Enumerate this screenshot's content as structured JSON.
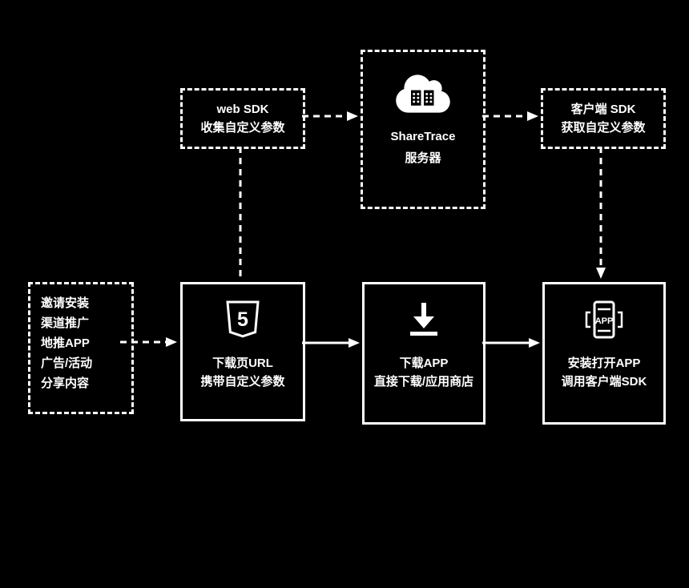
{
  "colors": {
    "background": "#000000",
    "foreground": "#ffffff"
  },
  "nodes": {
    "web_sdk": {
      "lines": [
        "web SDK",
        "收集自定义参数"
      ]
    },
    "server": {
      "icon": "cloud-server-icon",
      "lines": [
        "ShareTrace",
        "服务器"
      ]
    },
    "client_sdk": {
      "lines": [
        "客户端 SDK",
        "获取自定义参数"
      ]
    },
    "channels": {
      "lines": [
        "邀请安装",
        "渠道推广",
        "地推APP",
        "广告/活动",
        "分享内容"
      ]
    },
    "download_page": {
      "icon": "html5-icon",
      "icon_glyph": "5",
      "lines": [
        "下载页URL",
        "携带自定义参数"
      ]
    },
    "download_app": {
      "icon": "download-icon",
      "lines": [
        "下载APP",
        "直接下载/应用商店"
      ]
    },
    "install_app": {
      "icon": "phone-app-icon",
      "icon_label": "APP",
      "lines": [
        "安装打开APP",
        "调用客户端SDK"
      ]
    }
  }
}
